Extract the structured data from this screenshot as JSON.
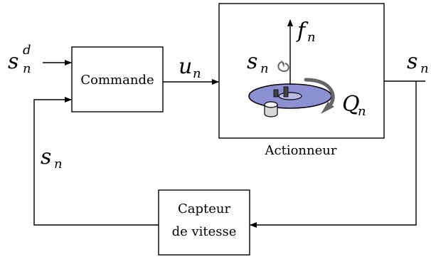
{
  "diagram": {
    "blocks": {
      "commande": {
        "label": "Commande"
      },
      "actionneur": {
        "label": "Actionneur"
      },
      "capteur": {
        "line1": "Capteur",
        "line2": "de vitesse"
      }
    },
    "signals": {
      "setpoint": {
        "main": "s",
        "sub": "n",
        "sup": "d"
      },
      "control": {
        "main": "u",
        "sub": "n"
      },
      "output": {
        "main": "s",
        "sub": "n"
      },
      "feedback": {
        "main": "s",
        "sub": "n"
      },
      "force": {
        "main": "f",
        "sub": "n"
      },
      "spin": {
        "main": "s",
        "sub": "n"
      },
      "torque": {
        "main": "Q",
        "sub": "n"
      }
    }
  }
}
